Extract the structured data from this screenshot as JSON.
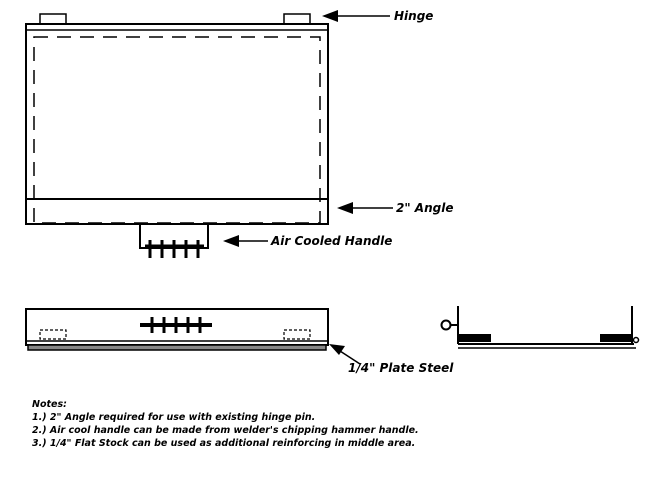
{
  "labels": {
    "hinge": "Hinge",
    "angle": "2\" Angle",
    "handle": "Air Cooled Handle",
    "plate": "1/4\" Plate Steel"
  },
  "notes": {
    "heading": "Notes:",
    "items": [
      "1.)  2\" Angle required for use with existing hinge pin.",
      "2.)  Air cool handle can be made from welder's chipping hammer handle.",
      "3.)  1/4\" Flat Stock can be used as additional reinforcing in middle area."
    ]
  },
  "colors": {
    "ink": "#000000",
    "background": "#ffffff"
  }
}
